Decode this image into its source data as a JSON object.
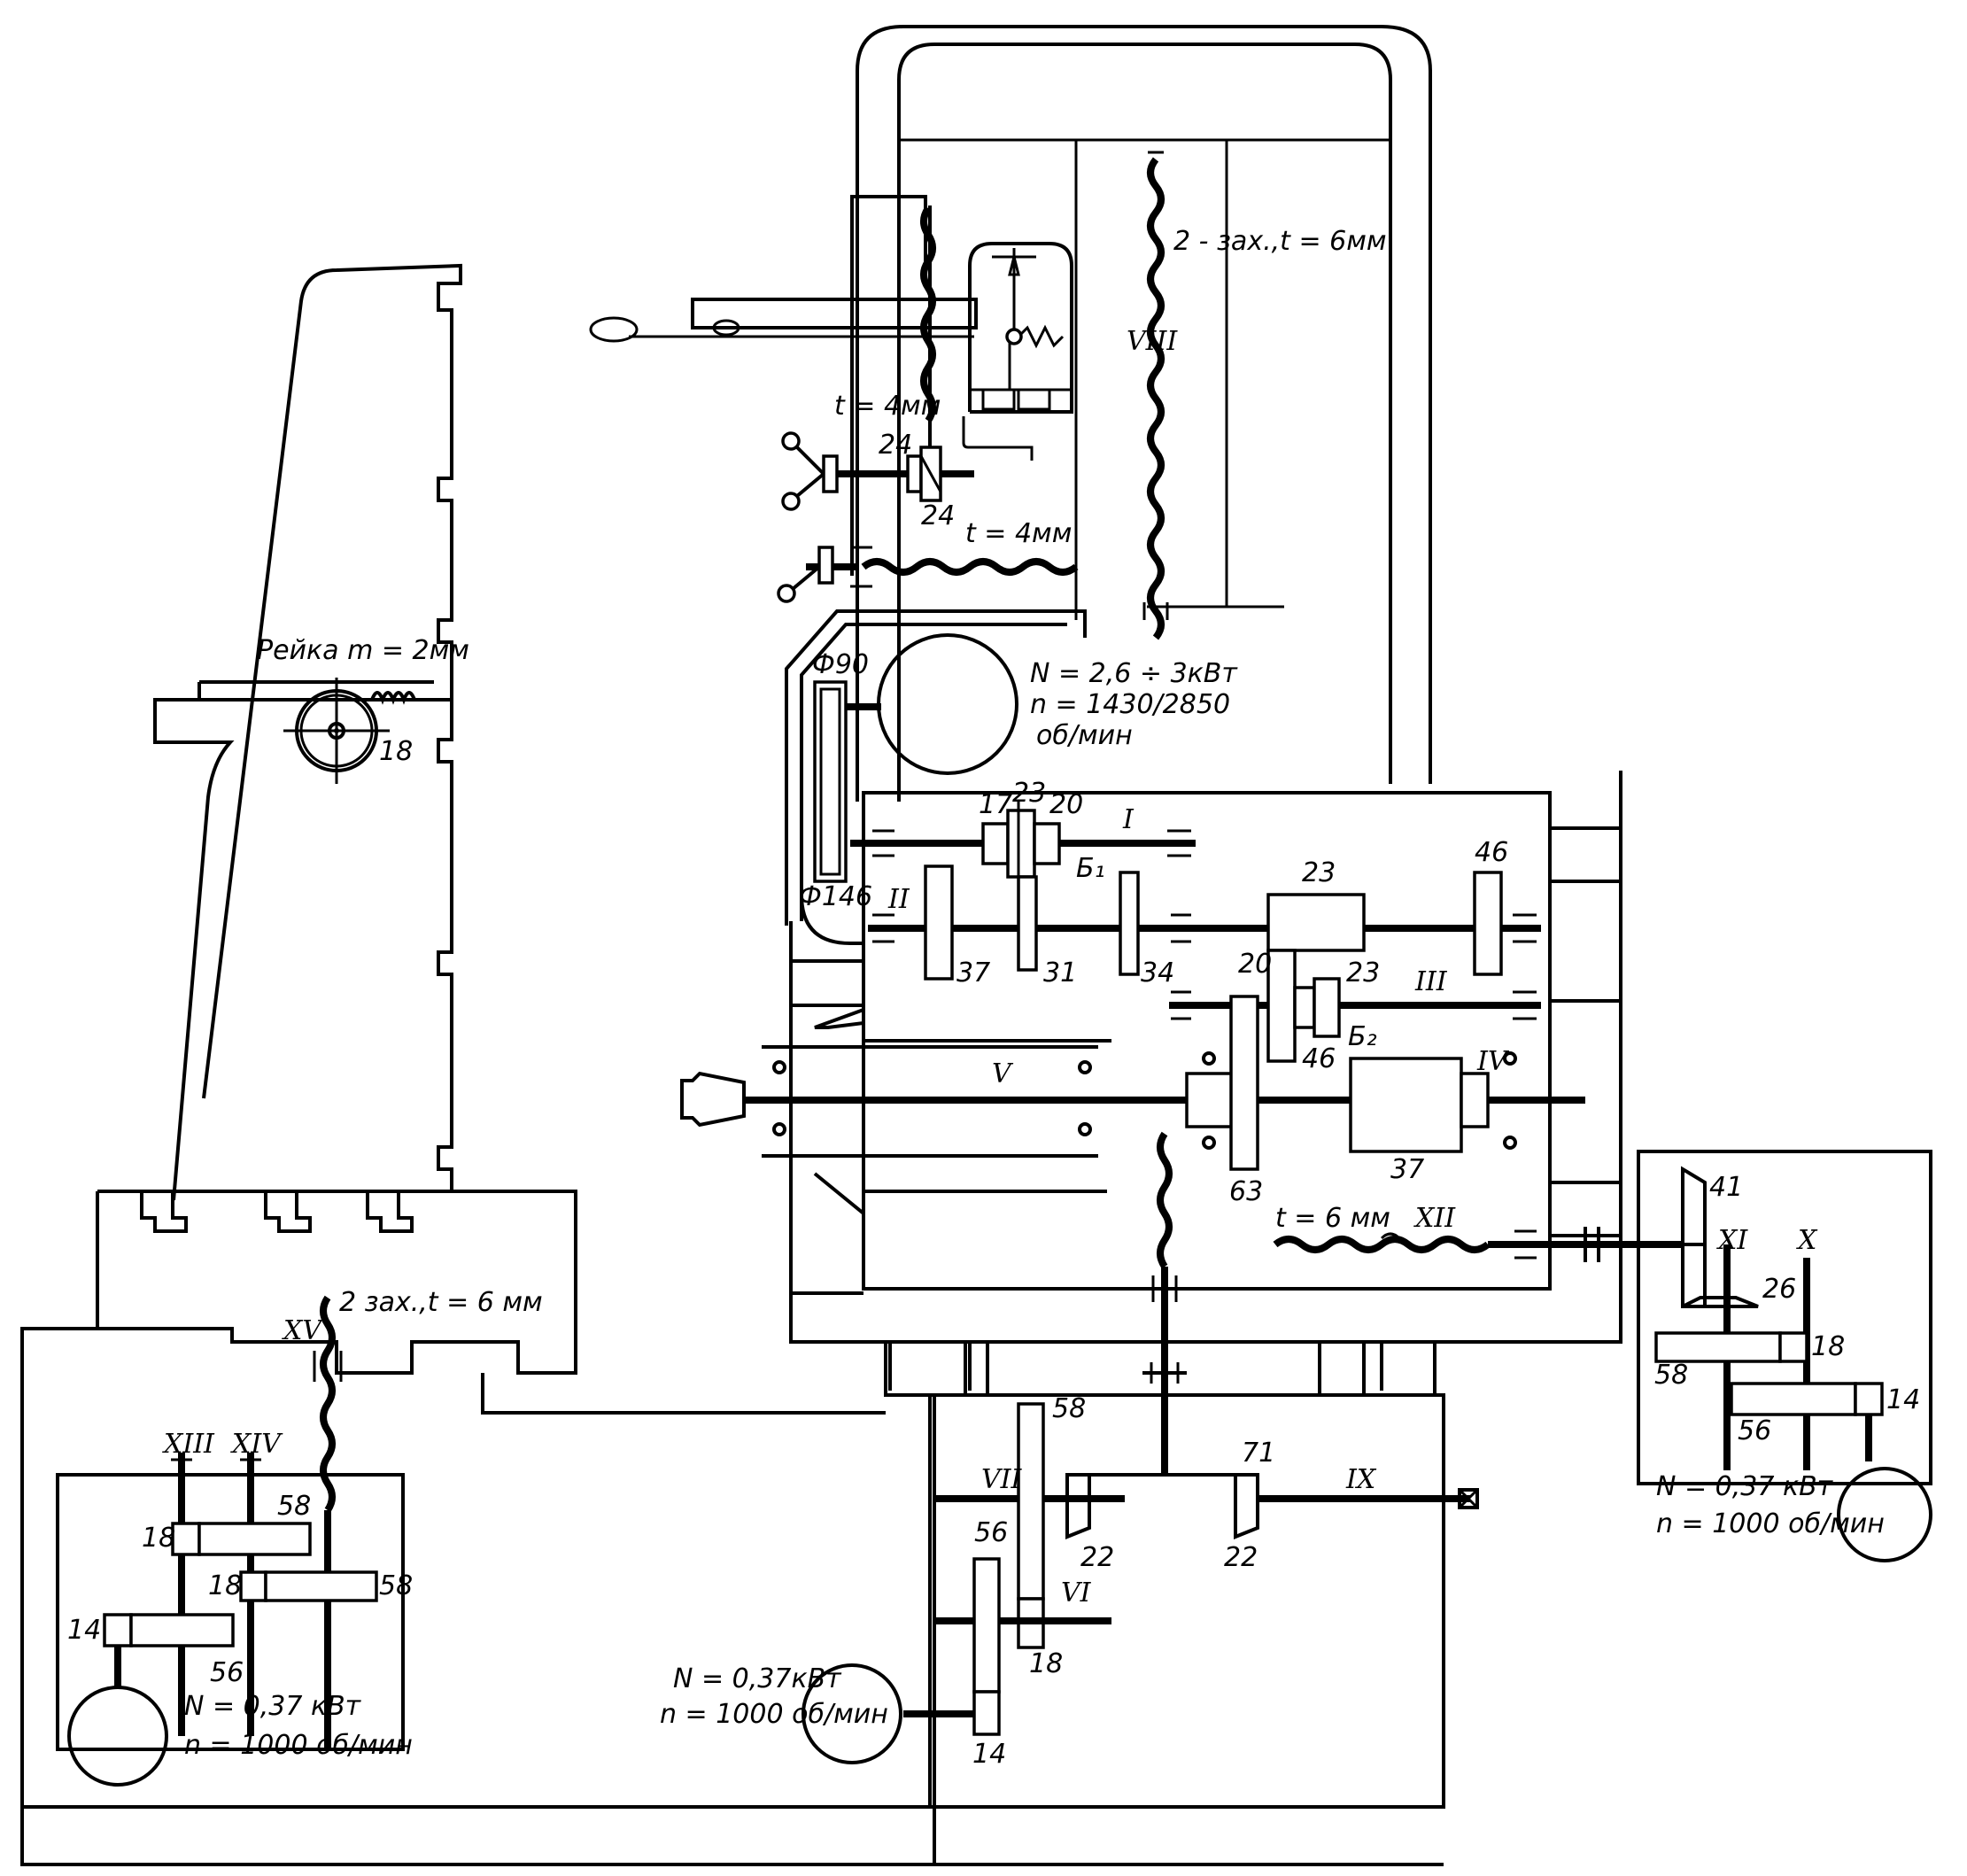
{
  "labels": {
    "screw_vertical": "2 - зах.,t = 6мм",
    "pitch_4mm_a": "t = 4мм",
    "pitch_4mm_b": "t = 4мм",
    "rack": "Рейка m = 2мм",
    "motor_main_power": "N = 2,6 ÷ 3кВт",
    "motor_main_speed": "n = 1430/2850",
    "motor_main_unit": "об/мин",
    "d90": "Ф90",
    "d146": "Ф146",
    "pitch_6mm": "t = 6 мм",
    "screw_lower": "2 зах.,t = 6 мм",
    "motor_left_power": "N = 0,37 кВт",
    "motor_left_speed": "n = 1000 об/мин",
    "motor_center_power": "N = 0,37кВт",
    "motor_center_speed": "n = 1000 об/мин",
    "motor_right_power": "N = 0,37 кВт",
    "motor_right_speed": "n = 1000 об/мин",
    "clutch_b1": "Б₁",
    "clutch_b2": "Б₂"
  },
  "shafts": {
    "I": "I",
    "II": "II",
    "III": "III",
    "IV": "IV",
    "V": "V",
    "VI": "VI",
    "VII": "VII",
    "VIII": "VIII",
    "IX": "IX",
    "X": "X",
    "XI": "XI",
    "XII": "XII",
    "XIII": "XIII",
    "XIV": "XIV",
    "XV": "XV"
  },
  "gears": {
    "g24a": "24",
    "g24b": "24",
    "g18_rack": "18",
    "g17": "17",
    "g23a": "23",
    "g20a": "20",
    "g37a": "37",
    "g31": "31",
    "g34": "34",
    "g23b": "23",
    "g46a": "46",
    "g20b": "20",
    "g23c": "23",
    "g46b": "46",
    "g63": "63",
    "g37b": "37",
    "g41": "41",
    "g26": "26",
    "g18r": "18",
    "g58r": "58",
    "g56r": "56",
    "g14r": "14",
    "g58c": "58",
    "g71": "71",
    "g22a": "22",
    "g22b": "22",
    "g56c": "56",
    "g18c": "18",
    "g14c": "14",
    "g18l1": "18",
    "g58l1": "58",
    "g18l2": "18",
    "g58l2": "58",
    "g14l": "14",
    "g56l": "56"
  }
}
